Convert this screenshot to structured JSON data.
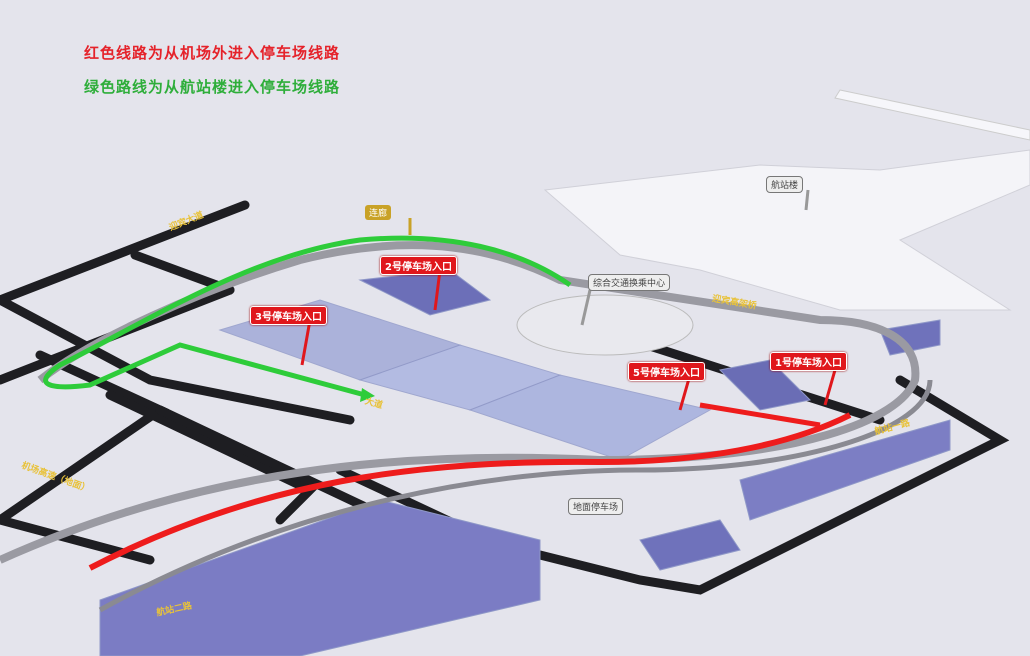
{
  "legend": {
    "red_route": "红色线路为从机场外进入停车场线路",
    "green_route": "绿色路线为从航站楼进入停车场线路",
    "red_color": "#e5222a",
    "green_color": "#2eae3a"
  },
  "entrances": {
    "p1": "1号停车场入口",
    "p2": "2号停车场入口",
    "p3": "3号停车场入口",
    "p5": "5号停车场入口"
  },
  "places": {
    "terminal": "航站楼",
    "transport_center": "综合交通换乘中心",
    "bridge": "连廊",
    "ground": "地面停车场"
  },
  "roads": {
    "r1": "迎宾大道",
    "r2": "大道",
    "r3": "机场高速（地面）",
    "r4": "航站二路",
    "r5": "航站一路",
    "r6": "迎宾高架桥"
  }
}
